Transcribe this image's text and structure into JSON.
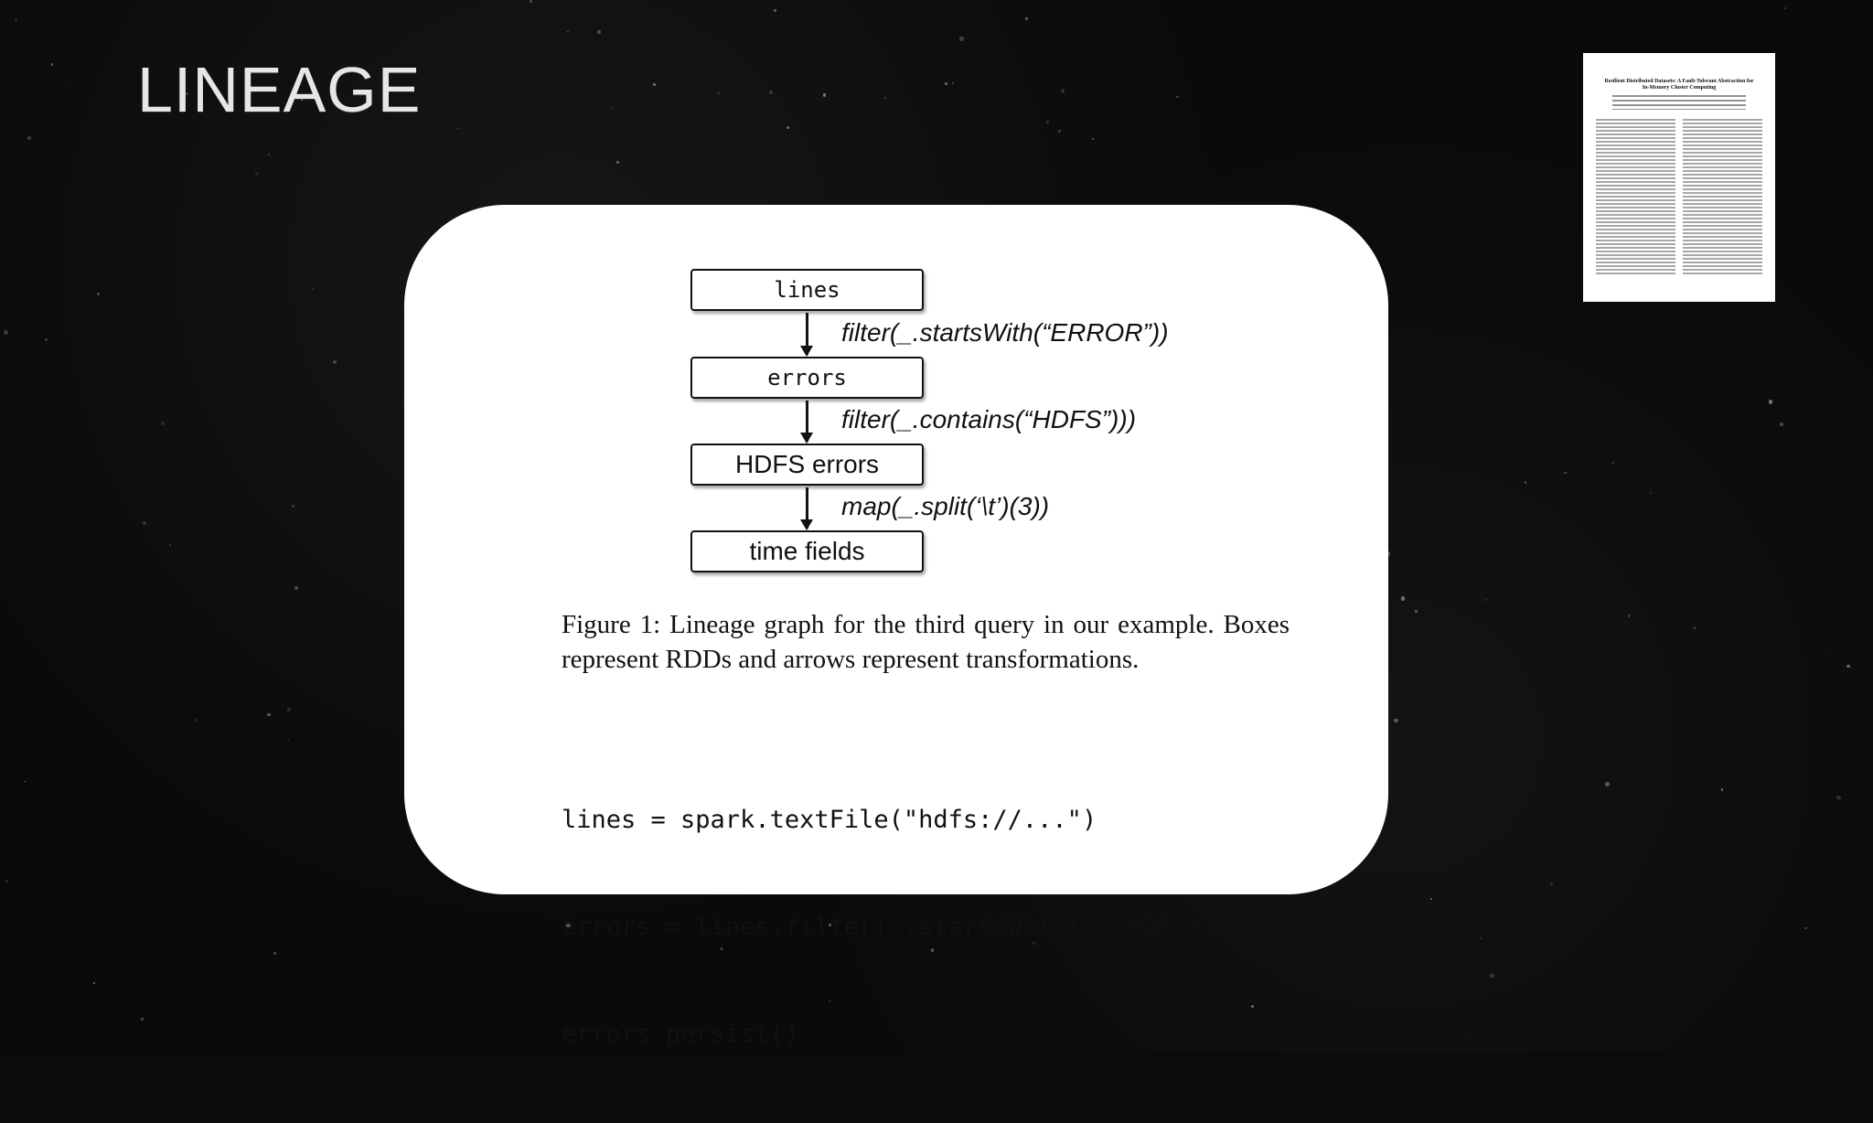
{
  "slide": {
    "title": "LINEAGE"
  },
  "diagram": {
    "nodes": [
      {
        "label": "lines"
      },
      {
        "label": "errors"
      },
      {
        "label": "HDFS errors"
      },
      {
        "label": "time fields"
      }
    ],
    "transformations": [
      {
        "label": "filter(_.startsWith(“ERROR”))"
      },
      {
        "label": "filter(_.contains(“HDFS”)))"
      },
      {
        "label": "map(_.split(‘\\t’)(3))"
      }
    ]
  },
  "caption": "Figure 1: Lineage graph for the third query in our example. Boxes represent RDDs and arrows represent transformations.",
  "code_lines": [
    "lines = spark.textFile(\"hdfs://...\")",
    "errors = lines.filter(_.startsWith(\"ERROR\"))",
    "errors.persist()"
  ],
  "paper_thumbnail": {
    "title": "Resilient Distributed Datasets: A Fault-Tolerant Abstraction for In-Memory Cluster Computing"
  }
}
